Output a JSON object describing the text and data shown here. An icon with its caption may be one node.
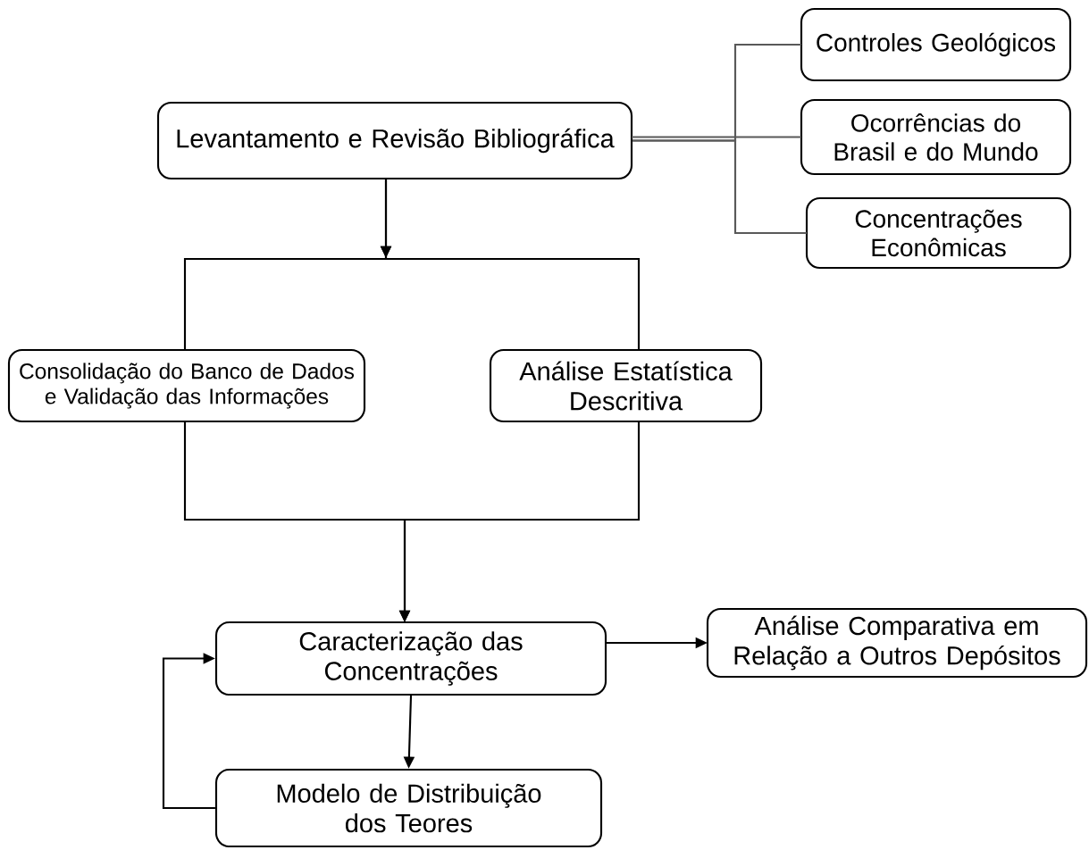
{
  "diagram": {
    "nodes": [
      {
        "text": [
          "Levantamento e Revisão Bibliográfica"
        ]
      },
      {
        "text": [
          "Controles Geológicos"
        ]
      },
      {
        "text": [
          "Ocorrências do Brasil e do Mundo"
        ]
      },
      {
        "text": [
          "Concentrações Econômicas"
        ]
      },
      {
        "text": [
          "Consolidação do Banco de Dados e Validação das Informações"
        ]
      },
      {
        "text": [
          "Análise Estatística Descritiva"
        ]
      },
      {
        "text": [
          "Caracterização das Concentrações"
        ]
      },
      {
        "text": [
          "Análise Comparativa em Relação a Outros Depósitos"
        ]
      },
      {
        "text": [
          "Modelo de Distribuição dos Teores"
        ]
      }
    ],
    "edges": [
      {
        "from": 0,
        "to": 1,
        "arrow": "none",
        "color": "#595959"
      },
      {
        "from": 0,
        "to": 2,
        "arrow": "none",
        "color": "#595959"
      },
      {
        "from": 0,
        "to": 3,
        "arrow": "none",
        "color": "#595959"
      },
      {
        "from": 0,
        "to": 4,
        "arrow": "to"
      },
      {
        "from": 0,
        "to": 5,
        "arrow": "to"
      },
      {
        "from": 4,
        "to": 6,
        "arrow": "to"
      },
      {
        "from": 5,
        "to": 6,
        "arrow": "to"
      },
      {
        "from": 6,
        "to": 7,
        "arrow": "to"
      },
      {
        "from": 6,
        "to": 8,
        "arrow": "to"
      },
      {
        "from": 8,
        "to": 6,
        "arrow": "to"
      }
    ]
  }
}
